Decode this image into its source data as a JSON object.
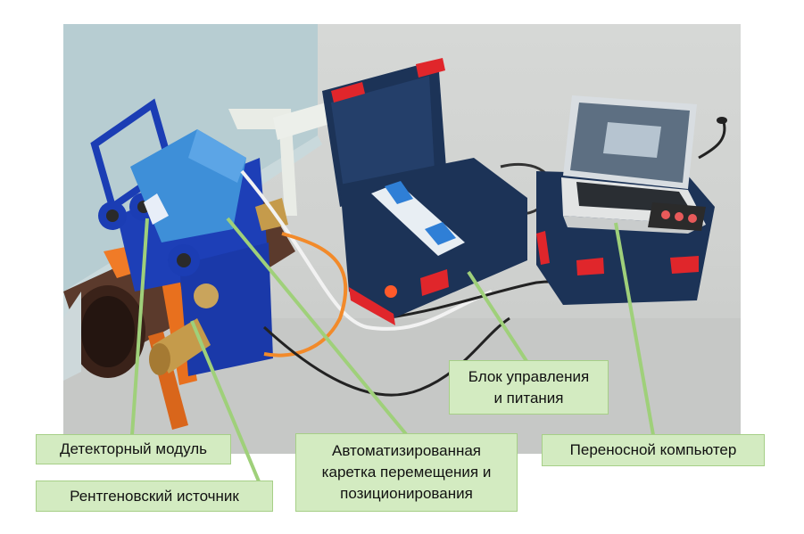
{
  "labels": {
    "detector_module": "Детекторный модуль",
    "xray_source": "Рентгеновский источник",
    "carriage": "Автоматизированная\nкаретка перемещения и\nпозиционирования",
    "control_unit": "Блок управления\nи питания",
    "laptop": "Переносной компьютер"
  },
  "colors": {
    "label_fill": "#d3ebc1",
    "label_border": "#a6cf87",
    "leader_line": "#9fd07a"
  }
}
